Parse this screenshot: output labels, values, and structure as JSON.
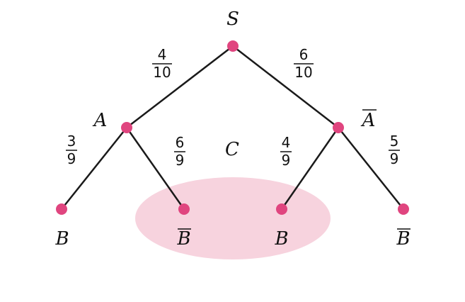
{
  "colors": {
    "edge": "#1a1a1a",
    "node": "#e0457f",
    "highlight": "#f7d3de",
    "text": "#111111"
  },
  "nodes": {
    "root": {
      "label": "S"
    },
    "a": {
      "label": "A",
      "overline": false
    },
    "not_a": {
      "label": "A",
      "overline": true
    },
    "b_left": {
      "label": "B",
      "overline": false
    },
    "notb_left": {
      "label": "B",
      "overline": true
    },
    "b_right": {
      "label": "B",
      "overline": false
    },
    "notb_right": {
      "label": "B",
      "overline": true
    }
  },
  "region_label": "C",
  "probabilities": {
    "root_a": {
      "num": "4",
      "den": "10"
    },
    "root_not_a": {
      "num": "6",
      "den": "10"
    },
    "a_b": {
      "num": "3",
      "den": "9"
    },
    "a_notb": {
      "num": "6",
      "den": "9"
    },
    "nota_b": {
      "num": "4",
      "den": "9"
    },
    "nota_notb": {
      "num": "5",
      "den": "9"
    }
  }
}
